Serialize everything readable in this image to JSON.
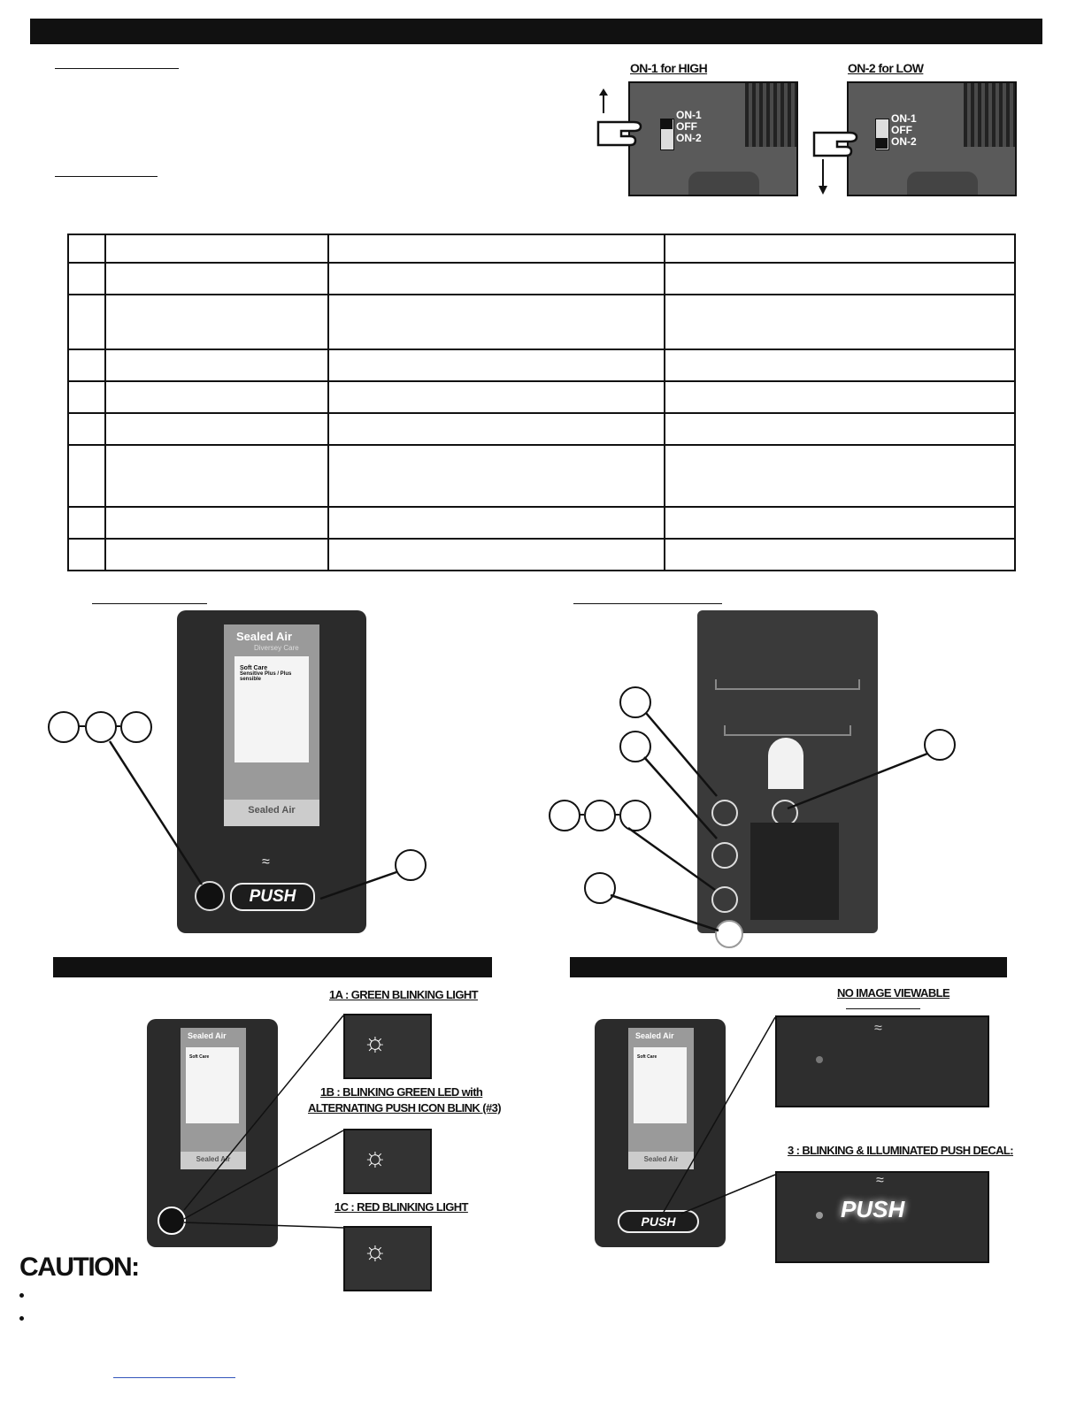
{
  "switch_panel": {
    "high_caption": "ON-1 for HIGH",
    "low_caption": "ON-2 for LOW",
    "positions": [
      "ON-1",
      "OFF",
      "ON-2"
    ]
  },
  "dispenser": {
    "window_brand": "Sealed Air",
    "window_sub": "Diversey Care",
    "product_title": "Soft Care",
    "product_line": "Sensitive Plus / Plus sensible",
    "push_label": "PUSH"
  },
  "led_states": {
    "state_1a": "1A : GREEN BLINKING LIGHT",
    "state_1b_line1": "1B : BLINKING GREEN LED with",
    "state_1b_line2": "ALTERNATING PUSH ICON BLINK (#3)",
    "state_1c": "1C : RED BLINKING LIGHT",
    "no_image": "NO IMAGE VIEWABLE",
    "state_3": "3 : BLINKING & ILLUMINATED PUSH DECAL:"
  },
  "caution": {
    "heading": "CAUTION:"
  }
}
